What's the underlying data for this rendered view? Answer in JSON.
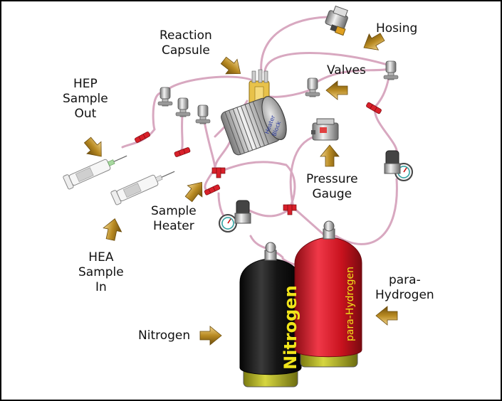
{
  "labels": {
    "reaction_capsule": [
      "Reaction",
      "Capsule"
    ],
    "hosing": "Hosing",
    "valves": "Valves",
    "hep_sample_out": [
      "HEP",
      "Sample",
      "Out"
    ],
    "pressure_gauge": [
      "Pressure",
      "Gauge"
    ],
    "sample_heater": [
      "Sample",
      "Heater"
    ],
    "hea_sample_in": [
      "HEA",
      "Sample",
      "In"
    ],
    "para_hydrogen": [
      "para-",
      "Hydrogen"
    ],
    "nitrogen": "Nitrogen",
    "heater_block": [
      "Heater",
      "Block"
    ],
    "tank_nitrogen_text": "Nitrogen",
    "tank_hydrogen_text": "para-Hydrogen"
  },
  "colors": {
    "arrow_gold": "#c9a23a",
    "nitrogen_tank": "#1a1a1a",
    "hydrogen_tank": "#d91a2a",
    "tank_base": "#b7b825",
    "tank_text": "#f0e41a",
    "hose": "#d8a8c0",
    "connector_red": "#d8202a"
  },
  "icons": {
    "arrows": "gold-arrow-icon",
    "valve": "valve-icon",
    "gauge": "pressure-gauge-icon",
    "syringe": "syringe-icon"
  }
}
